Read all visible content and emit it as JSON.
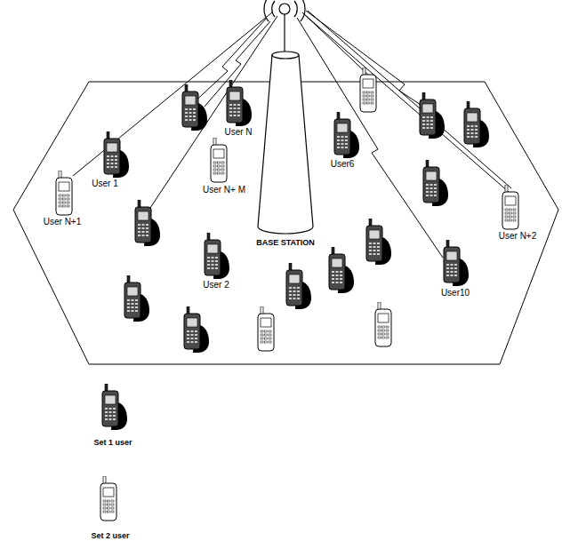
{
  "diagram": {
    "labels": [
      "User N",
      "User 1",
      "User N+ M",
      "BASE STATION",
      "User6",
      "User N+2",
      "User N+1",
      "User 2",
      "User10"
    ],
    "legend": [
      {
        "text": "Set 1 user"
      },
      {
        "text": "Set 2 user"
      }
    ]
  }
}
